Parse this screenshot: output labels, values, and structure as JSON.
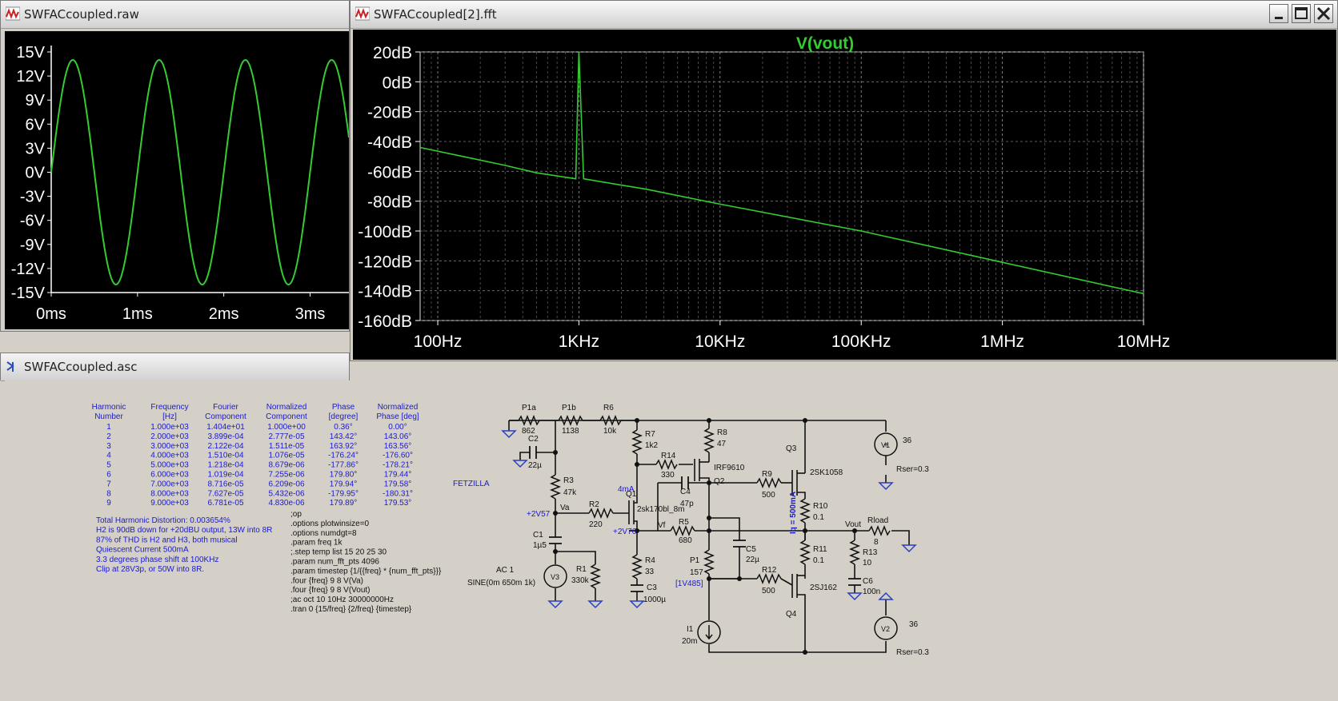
{
  "windows": {
    "raw": {
      "title": "SWFACcoupled.raw"
    },
    "fft": {
      "title": "SWFACcoupled[2].fft"
    },
    "asc": {
      "title": "SWFACcoupled.asc"
    }
  },
  "chart_data": [
    {
      "type": "line",
      "title": "",
      "xlabel": "",
      "ylabel": "",
      "x_tick_labels": [
        "0ms",
        "1ms",
        "2ms",
        "3ms"
      ],
      "y_tick_labels": [
        "15V",
        "12V",
        "9V",
        "6V",
        "3V",
        "0V",
        "-3V",
        "-6V",
        "-9V",
        "-12V",
        "-15V"
      ],
      "ylim": [
        -15,
        15
      ],
      "xlim_ms": [
        0,
        3.45
      ],
      "grid": false,
      "series": [
        {
          "amplitude_v": 14,
          "frequency_hz": 1000,
          "color": "#33cc33"
        }
      ]
    },
    {
      "type": "line",
      "title": "V(vout)",
      "xlabel": "",
      "ylabel": "",
      "x_scale": "log",
      "x_tick_labels": [
        "100Hz",
        "1KHz",
        "10KHz",
        "100KHz",
        "1MHz",
        "10MHz"
      ],
      "y_tick_labels": [
        "20dB",
        "0dB",
        "-20dB",
        "-40dB",
        "-60dB",
        "-80dB",
        "-100dB",
        "-120dB",
        "-140dB",
        "-160dB"
      ],
      "ylim": [
        -160,
        20
      ],
      "xlim_hz": [
        75,
        10000000
      ],
      "grid": true,
      "series": [
        {
          "name": "V(vout)",
          "color": "#33cc33",
          "points_hz_db": [
            [
              75,
              -44
            ],
            [
              150,
              -50
            ],
            [
              300,
              -56
            ],
            [
              500,
              -61
            ],
            [
              950,
              -65
            ],
            [
              1000,
              20
            ],
            [
              1080,
              -65
            ],
            [
              3000,
              -72
            ],
            [
              10000,
              -82
            ],
            [
              100000,
              -100
            ],
            [
              1000000,
              -121
            ],
            [
              10000000,
              -142
            ]
          ]
        }
      ]
    }
  ],
  "fourier": {
    "headers": [
      [
        "Harmonic",
        "Number"
      ],
      [
        "Frequency",
        "[Hz]"
      ],
      [
        "Fourier",
        "Component"
      ],
      [
        "Normalized",
        "Component"
      ],
      [
        "Phase",
        "[degree]"
      ],
      [
        "Normalized",
        "Phase [deg]"
      ]
    ],
    "rows": [
      [
        "1",
        "1.000e+03",
        "1.404e+01",
        "1.000e+00",
        "0.36°",
        "0.00°"
      ],
      [
        "2",
        "2.000e+03",
        "3.899e-04",
        "2.777e-05",
        "143.42°",
        "143.06°"
      ],
      [
        "3",
        "3.000e+03",
        "2.122e-04",
        "1.511e-05",
        "163.92°",
        "163.56°"
      ],
      [
        "4",
        "4.000e+03",
        "1.510e-04",
        "1.076e-05",
        "-176.24°",
        "-176.60°"
      ],
      [
        "5",
        "5.000e+03",
        "1.218e-04",
        "8.679e-06",
        "-177.86°",
        "-178.21°"
      ],
      [
        "6",
        "6.000e+03",
        "1.019e-04",
        "7.255e-06",
        "179.80°",
        "179.44°"
      ],
      [
        "7",
        "7.000e+03",
        "8.716e-05",
        "6.209e-06",
        "179.94°",
        "179.58°"
      ],
      [
        "8",
        "8.000e+03",
        "7.627e-05",
        "5.432e-06",
        "-179.95°",
        "-180.31°"
      ],
      [
        "9",
        "9.000e+03",
        "6.781e-05",
        "4.830e-06",
        "179.89°",
        "179.53°"
      ]
    ],
    "notes": [
      "Total Harmonic Distortion: 0.003654%",
      "H2 is 90dB down for +20dBU output, 13W into 8R",
      "87% of THD is H2 and H3, both musical",
      "Quiescent Current 500mA",
      "3.3 degrees phase shift at 100KHz",
      "Clip at 28V3p, or 50W into 8R."
    ]
  },
  "spice": [
    ";op",
    ".options plotwinsize=0",
    ".options numdgt=8",
    ".param freq 1k",
    ";.step temp list 15 20 25 30",
    ".param num_fft_pts 4096",
    ".param timestep {1/{{freq} * {num_fft_pts}}}",
    ".four {freq} 9 8 V(Va)",
    ".four {freq} 9 8 V(Vout)",
    ";ac oct 10 10Hz 30000000Hz",
    ".tran 0 {15/freq} {2/freq} {timestep}"
  ],
  "labels": {
    "fetzilla": "FETZILLA",
    "p1a": "P1a",
    "v862": "862",
    "p1b": "P1b",
    "v1138": "1138",
    "r6": "R6",
    "v10k": "10k",
    "r7": "R7",
    "v1k2": "1k2",
    "r8": "R8",
    "v47": "47",
    "c2": "C2",
    "v22u": "22µ",
    "r14": "R14",
    "v330": "330",
    "irf": "IRF9610",
    "q2": "Q2",
    "ma4": "4mA",
    "c4": "C4",
    "v47p": "47p",
    "r9": "R9",
    "v500a": "500",
    "q3": "Q3",
    "sk1058": "2SK1058",
    "r3": "R3",
    "v47k": "47k",
    "q1": "Q1",
    "sk170": "2sk170bl_8m",
    "r10": "R10",
    "v01a": "0.1",
    "v2v57": "+2V57",
    "va": "Va",
    "r2": "R2",
    "v220": "220",
    "v2v76": "+2V76",
    "vf": "Vf",
    "r5": "R5",
    "v680": "680",
    "iq": "Iq = 500mA",
    "vout": "Vout",
    "rload": "Rload",
    "v8": "8",
    "c1": "C1",
    "v1u5": "1µ5",
    "r4": "R4",
    "v33": "33",
    "c5": "C5",
    "v22u2": "22µ",
    "r11": "R11",
    "v01b": "0.1",
    "r13": "R13",
    "v10": "10",
    "ac1": "AC 1",
    "sine": "SINE(0m 650m 1k)",
    "v3": "V3",
    "r1": "R1",
    "v330k": "330k",
    "p1": "P1",
    "v157": "157",
    "v1v485": "[1V485]",
    "c3": "C3",
    "v1000u": "1000µ",
    "r12": "R12",
    "v500b": "500",
    "sj162": "2SJ162",
    "q4": "Q4",
    "c6": "C6",
    "v100n": "100n",
    "i1": "I1",
    "v20m": "20m",
    "v1": "V1",
    "v36a": "36",
    "rser1": "Rser=0.3",
    "v2": "V2",
    "v36b": "36",
    "rser2": "Rser=0.3"
  }
}
